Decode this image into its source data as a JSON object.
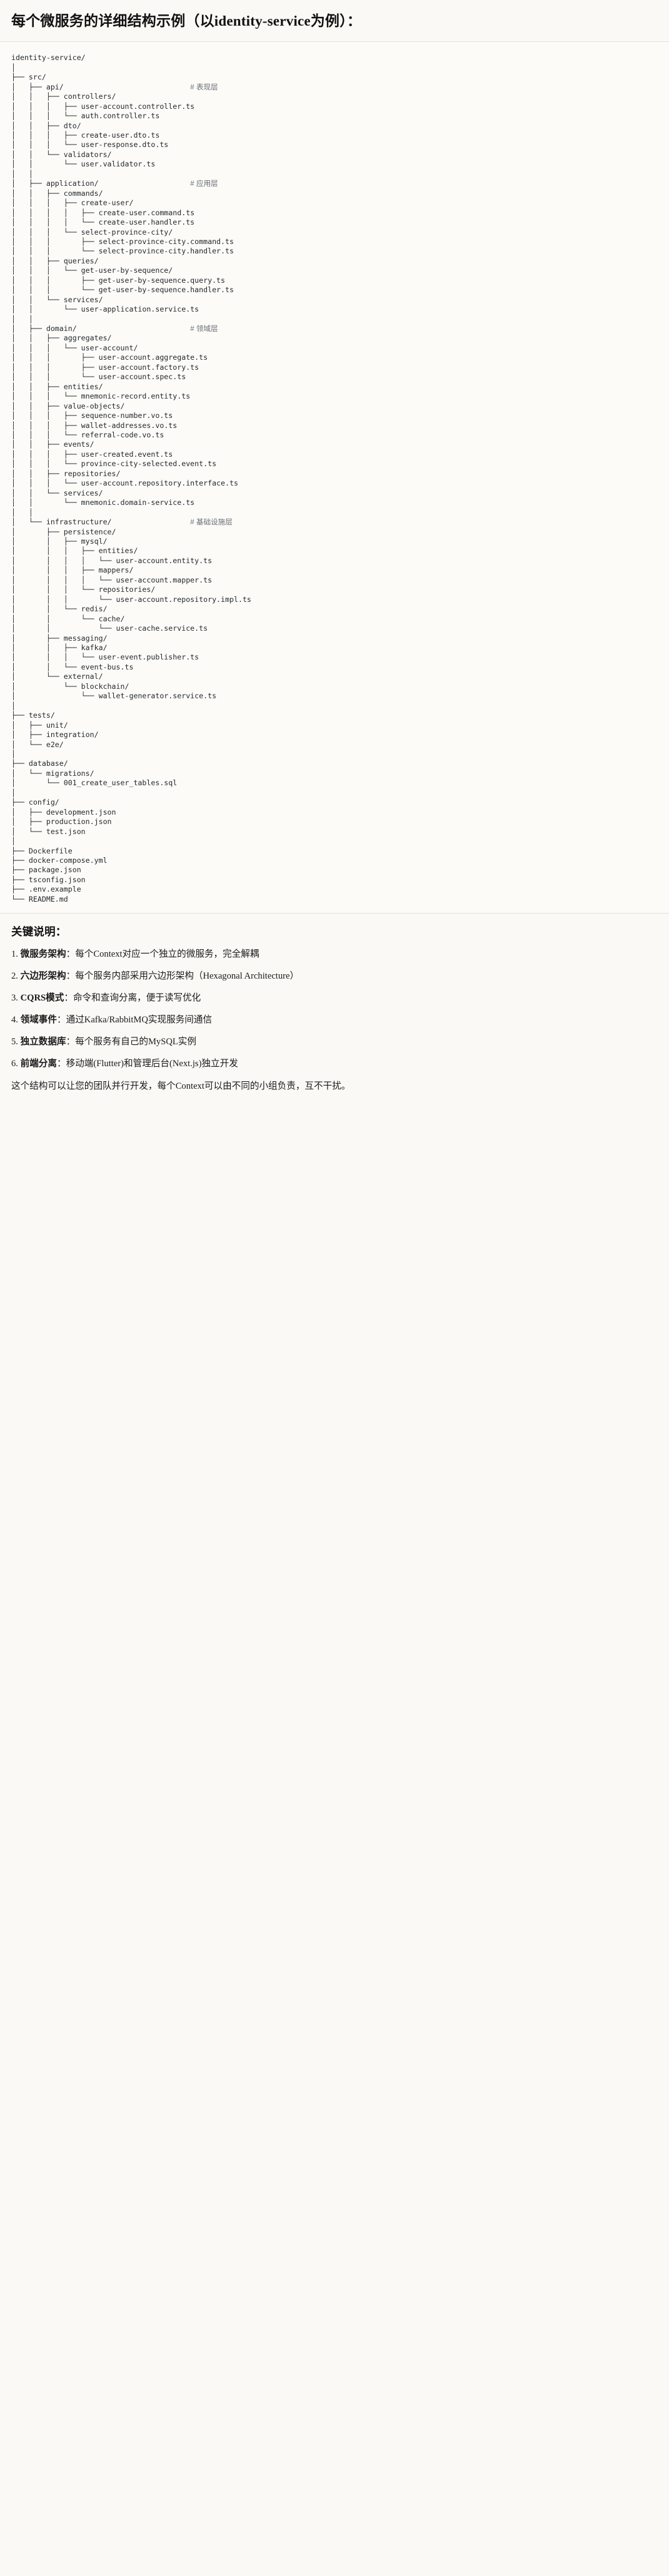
{
  "header": {
    "title": "每个微服务的详细结构示例（以identity-service为例）："
  },
  "tree": {
    "root": "identity-service/",
    "text": "identity-service/\n│\n├── src/\n│   ├── api/                             # 表现层\n│   │   ├── controllers/\n│   │   │   ├── user-account.controller.ts\n│   │   │   └── auth.controller.ts\n│   │   ├── dto/\n│   │   │   ├── create-user.dto.ts\n│   │   │   └── user-response.dto.ts\n│   │   └── validators/\n│   │       └── user.validator.ts\n│   │\n│   ├── application/                     # 应用层\n│   │   ├── commands/\n│   │   │   ├── create-user/\n│   │   │   │   ├── create-user.command.ts\n│   │   │   │   └── create-user.handler.ts\n│   │   │   └── select-province-city/\n│   │   │       ├── select-province-city.command.ts\n│   │   │       └── select-province-city.handler.ts\n│   │   ├── queries/\n│   │   │   └── get-user-by-sequence/\n│   │   │       ├── get-user-by-sequence.query.ts\n│   │   │       └── get-user-by-sequence.handler.ts\n│   │   └── services/\n│   │       └── user-application.service.ts\n│   │\n│   ├── domain/                          # 领域层\n│   │   ├── aggregates/\n│   │   │   └── user-account/\n│   │   │       ├── user-account.aggregate.ts\n│   │   │       ├── user-account.factory.ts\n│   │   │       └── user-account.spec.ts\n│   │   ├── entities/\n│   │   │   └── mnemonic-record.entity.ts\n│   │   ├── value-objects/\n│   │   │   ├── sequence-number.vo.ts\n│   │   │   ├── wallet-addresses.vo.ts\n│   │   │   └── referral-code.vo.ts\n│   │   ├── events/\n│   │   │   ├── user-created.event.ts\n│   │   │   └── province-city-selected.event.ts\n│   │   ├── repositories/\n│   │   │   └── user-account.repository.interface.ts\n│   │   └── services/\n│   │       └── mnemonic.domain-service.ts\n│   │\n│   └── infrastructure/                  # 基础设施层\n│       ├── persistence/\n│       │   ├── mysql/\n│       │   │   ├── entities/\n│       │   │   │   └── user-account.entity.ts\n│       │   │   ├── mappers/\n│       │   │   │   └── user-account.mapper.ts\n│       │   │   └── repositories/\n│       │   │       └── user-account.repository.impl.ts\n│       │   └── redis/\n│       │       └── cache/\n│       │           └── user-cache.service.ts\n│       ├── messaging/\n│       │   ├── kafka/\n│       │   │   └── user-event.publisher.ts\n│       │   └── event-bus.ts\n│       └── external/\n│           └── blockchain/\n│               └── wallet-generator.service.ts\n│\n├── tests/\n│   ├── unit/\n│   ├── integration/\n│   └── e2e/\n│\n├── database/\n│   └── migrations/\n│       └── 001_create_user_tables.sql\n│\n├── config/\n│   ├── development.json\n│   ├── production.json\n│   └── test.json\n│\n├── Dockerfile\n├── docker-compose.yml\n├── package.json\n├── tsconfig.json\n├── .env.example\n└── README.md",
    "comments": [
      {
        "label": "# 表现层",
        "target": "api/"
      },
      {
        "label": "# 应用层",
        "target": "application/"
      },
      {
        "label": "# 领域层",
        "target": "domain/"
      },
      {
        "label": "# 基础设施层",
        "target": "infrastructure/"
      }
    ]
  },
  "notes": {
    "heading": "关键说明：",
    "items": [
      {
        "term": "微服务架构",
        "sep": "：",
        "desc": "每个Context对应一个独立的微服务，完全解耦"
      },
      {
        "term": "六边形架构",
        "sep": "：",
        "desc": "每个服务内部采用六边形架构（Hexagonal Architecture）"
      },
      {
        "term": "CQRS模式",
        "sep": "：",
        "desc": "命令和查询分离，便于读写优化"
      },
      {
        "term": "领域事件",
        "sep": "：",
        "desc": "通过Kafka/RabbitMQ实现服务间通信"
      },
      {
        "term": "独立数据库",
        "sep": "：",
        "desc": "每个服务有自己的MySQL实例"
      },
      {
        "term": "前端分离",
        "sep": "：",
        "desc": "移动端(Flutter)和管理后台(Next.js)独立开发"
      }
    ],
    "closing": "这个结构可以让您的团队并行开发，每个Context可以由不同的小组负责，互不干扰。"
  },
  "colors": {
    "page_bg": "#faf9f6",
    "code_bg": "#fcfbf8",
    "text": "#1a1a1a",
    "code_text": "#23282e",
    "comment_text": "#6a6f76",
    "rule": "#e3e1dc"
  }
}
